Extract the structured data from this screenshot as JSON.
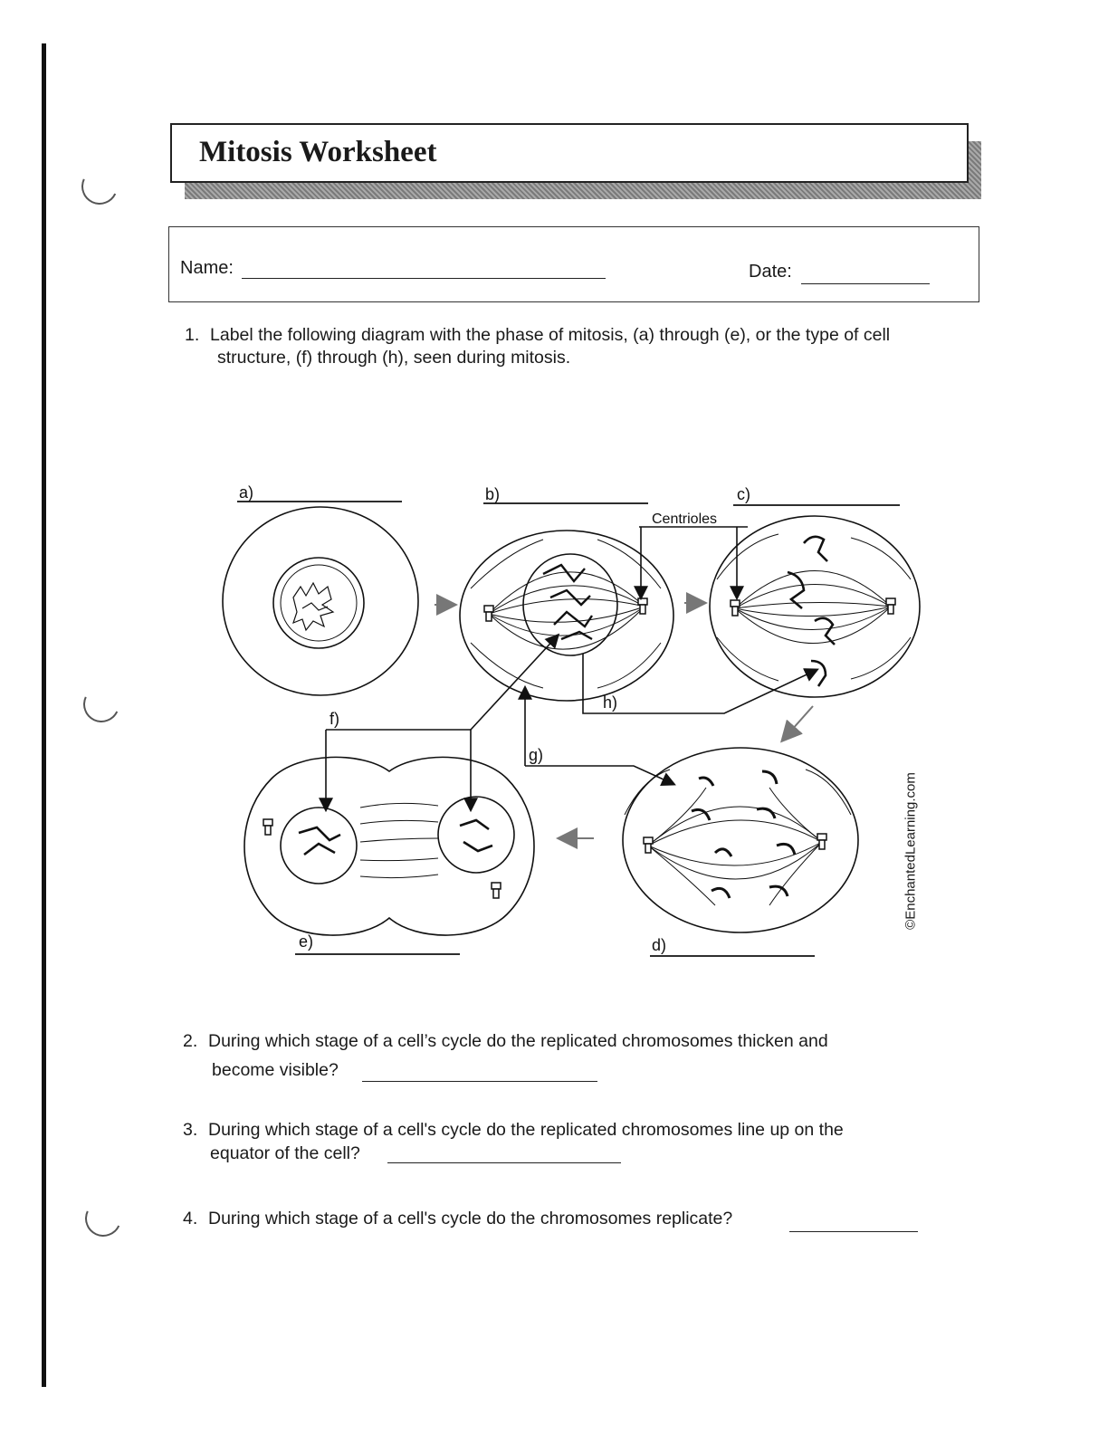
{
  "title": "Mitosis Worksheet",
  "name_label": "Name:",
  "date_label": "Date:",
  "questions": [
    {
      "num": "1.",
      "line1": "Label the following diagram with the phase of mitosis, (a) through (e), or the type of cell",
      "line2": "structure, (f) through (h), seen during mitosis."
    },
    {
      "num": "2.",
      "line1": "During which stage of a cell’s cycle do the replicated chromosomes thicken and",
      "line2": "become visible?"
    },
    {
      "num": "3.",
      "line1": "During which stage of a cell's cycle do the replicated chromosomes line up on the",
      "line2": "equator of the cell?"
    },
    {
      "num": "4.",
      "line1": "During which stage of a cell's cycle do the chromosomes replicate?"
    }
  ],
  "diagram": {
    "label_a": "a)",
    "label_b": "b)",
    "label_c": "c)",
    "label_d": "d)",
    "label_e": "e)",
    "label_f": "f)",
    "label_g": "g)",
    "label_h": "h)",
    "centrioles": "Centrioles",
    "credit": "©EnchantedLearning.com"
  }
}
